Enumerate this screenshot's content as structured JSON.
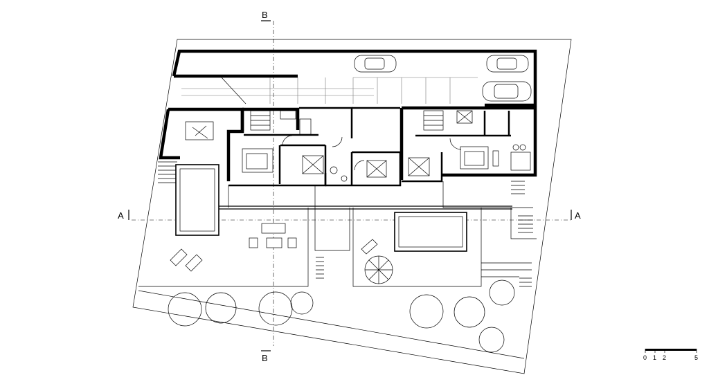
{
  "section_marks": {
    "b_top": "B",
    "b_bottom": "B",
    "a_left": "A",
    "a_right": "A"
  },
  "scale_bar": {
    "ticks": [
      "0",
      "1",
      "2",
      "5"
    ]
  }
}
